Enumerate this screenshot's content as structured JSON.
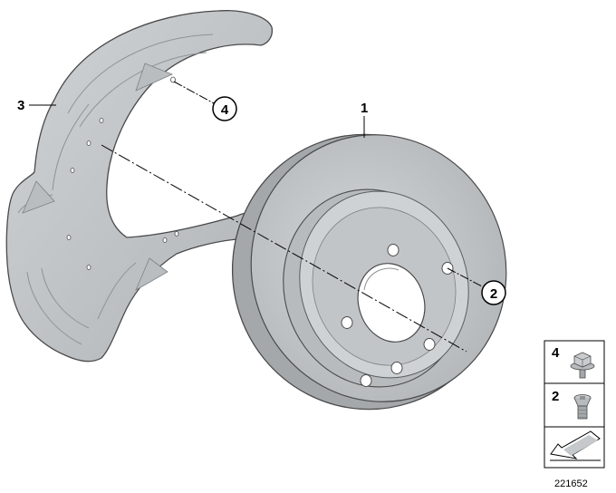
{
  "callouts": {
    "disc": "1",
    "bolt_disc": "2",
    "shield": "3",
    "bolt_shield": "4"
  },
  "legend": {
    "items": [
      {
        "number": "4",
        "icon": "hex-flange-bolt-icon"
      },
      {
        "number": "2",
        "icon": "countersunk-screw-icon"
      }
    ],
    "footer_icon": "arrow-indicator-icon"
  },
  "reference_number": "221652",
  "colors": {
    "part_fill": "#c6c9cb",
    "part_dark": "#a4a8ab",
    "part_light": "#dfe1e3",
    "outline": "#4a4a4a"
  }
}
